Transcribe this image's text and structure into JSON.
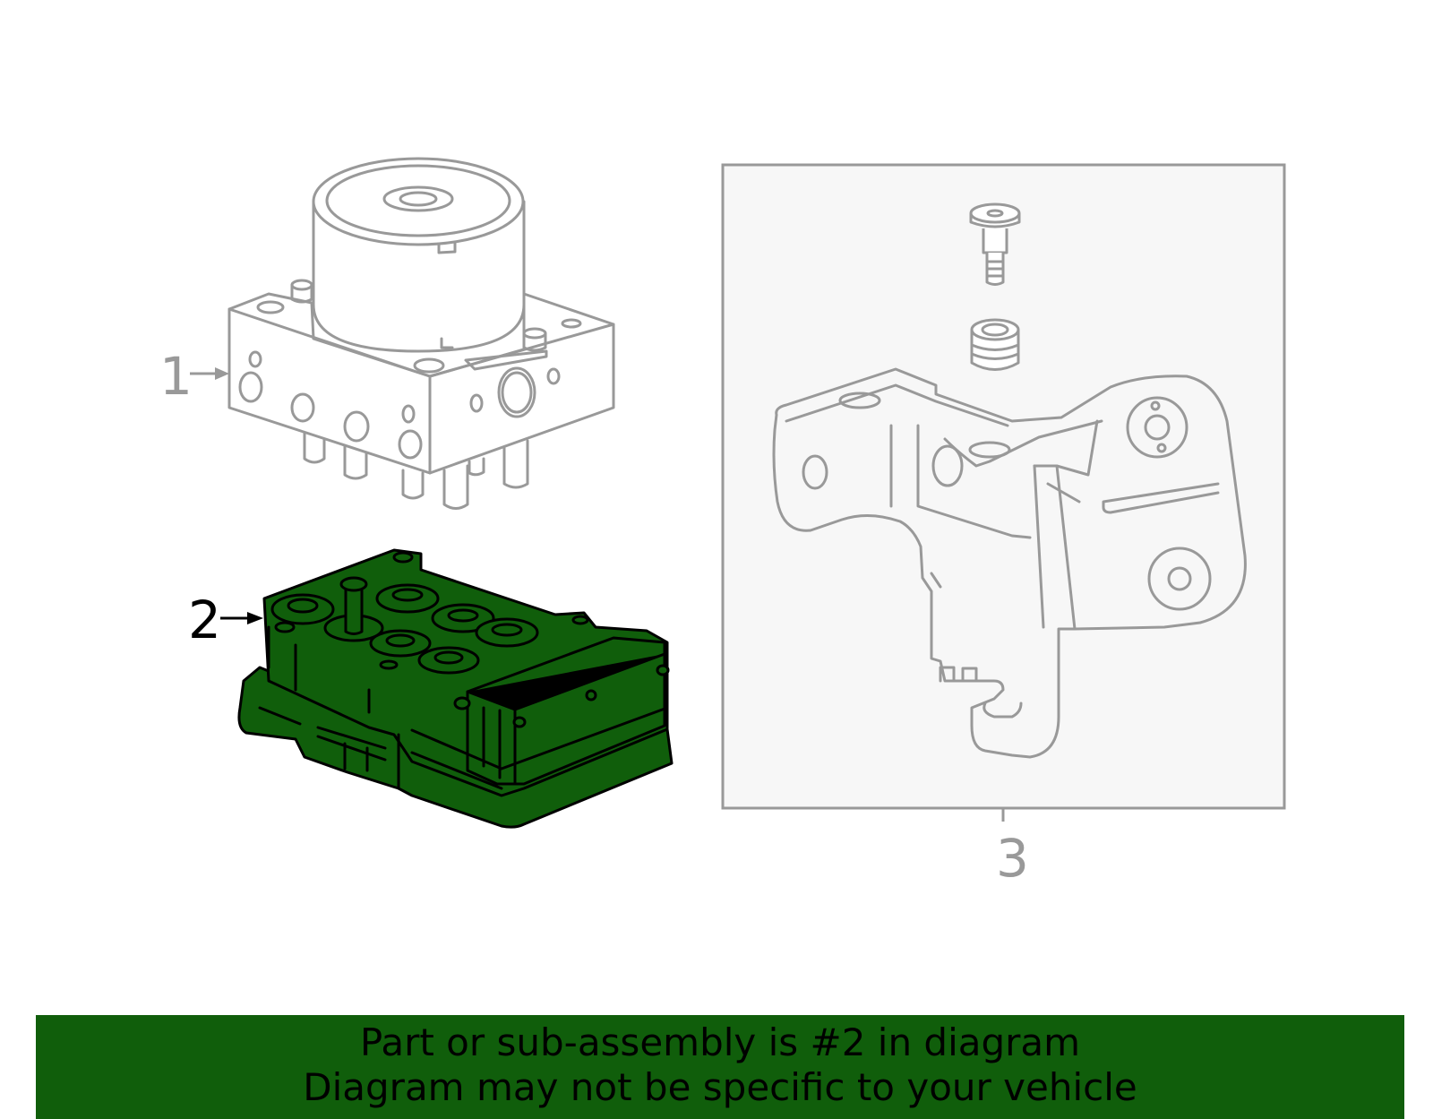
{
  "callouts": {
    "part1": "1",
    "part2": "2",
    "part3": "3"
  },
  "banner": {
    "line1": "Part or sub-assembly is #2 in diagram",
    "line2": "Diagram may not be specific to your vehicle"
  },
  "colors": {
    "highlight": "#105e0b",
    "outline_gray": "#999999",
    "inset_background": "#f7f7f7"
  }
}
